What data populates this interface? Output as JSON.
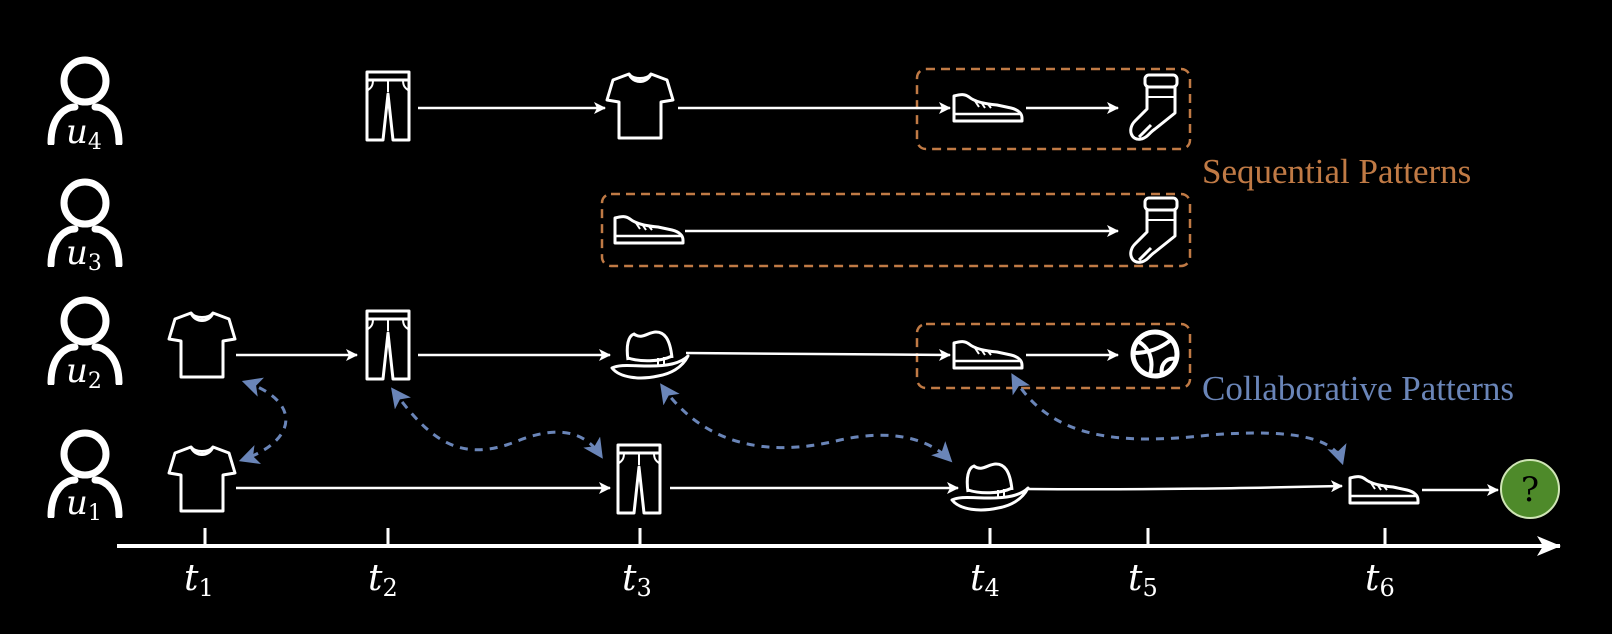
{
  "colors": {
    "background": "#000000",
    "line": "#ffffff",
    "sequential": "#c07a45",
    "collaborative": "#6a85b8",
    "question_fill": "#4e8a2a"
  },
  "users": [
    {
      "id": "u1",
      "base": "u",
      "sub": "1"
    },
    {
      "id": "u2",
      "base": "u",
      "sub": "2"
    },
    {
      "id": "u3",
      "base": "u",
      "sub": "3"
    },
    {
      "id": "u4",
      "base": "u",
      "sub": "4"
    }
  ],
  "time_ticks": [
    {
      "base": "t",
      "sub": "1"
    },
    {
      "base": "t",
      "sub": "2"
    },
    {
      "base": "t",
      "sub": "3"
    },
    {
      "base": "t",
      "sub": "4"
    },
    {
      "base": "t",
      "sub": "5"
    },
    {
      "base": "t",
      "sub": "6"
    }
  ],
  "sequences": {
    "u4": [
      "pants-icon",
      "tshirt-icon",
      "sneaker-icon",
      "sock-icon"
    ],
    "u3": [
      "sneaker-icon",
      "sock-icon"
    ],
    "u2": [
      "tshirt-icon",
      "pants-icon",
      "hat-icon",
      "sneaker-icon",
      "basketball-icon"
    ],
    "u1": [
      "tshirt-icon",
      "pants-icon",
      "hat-icon",
      "sneaker-icon",
      "unknown-item"
    ]
  },
  "unknown_item_symbol": "?",
  "labels": {
    "sequential": "Sequential Patterns",
    "collaborative": "Collaborative Patterns"
  }
}
